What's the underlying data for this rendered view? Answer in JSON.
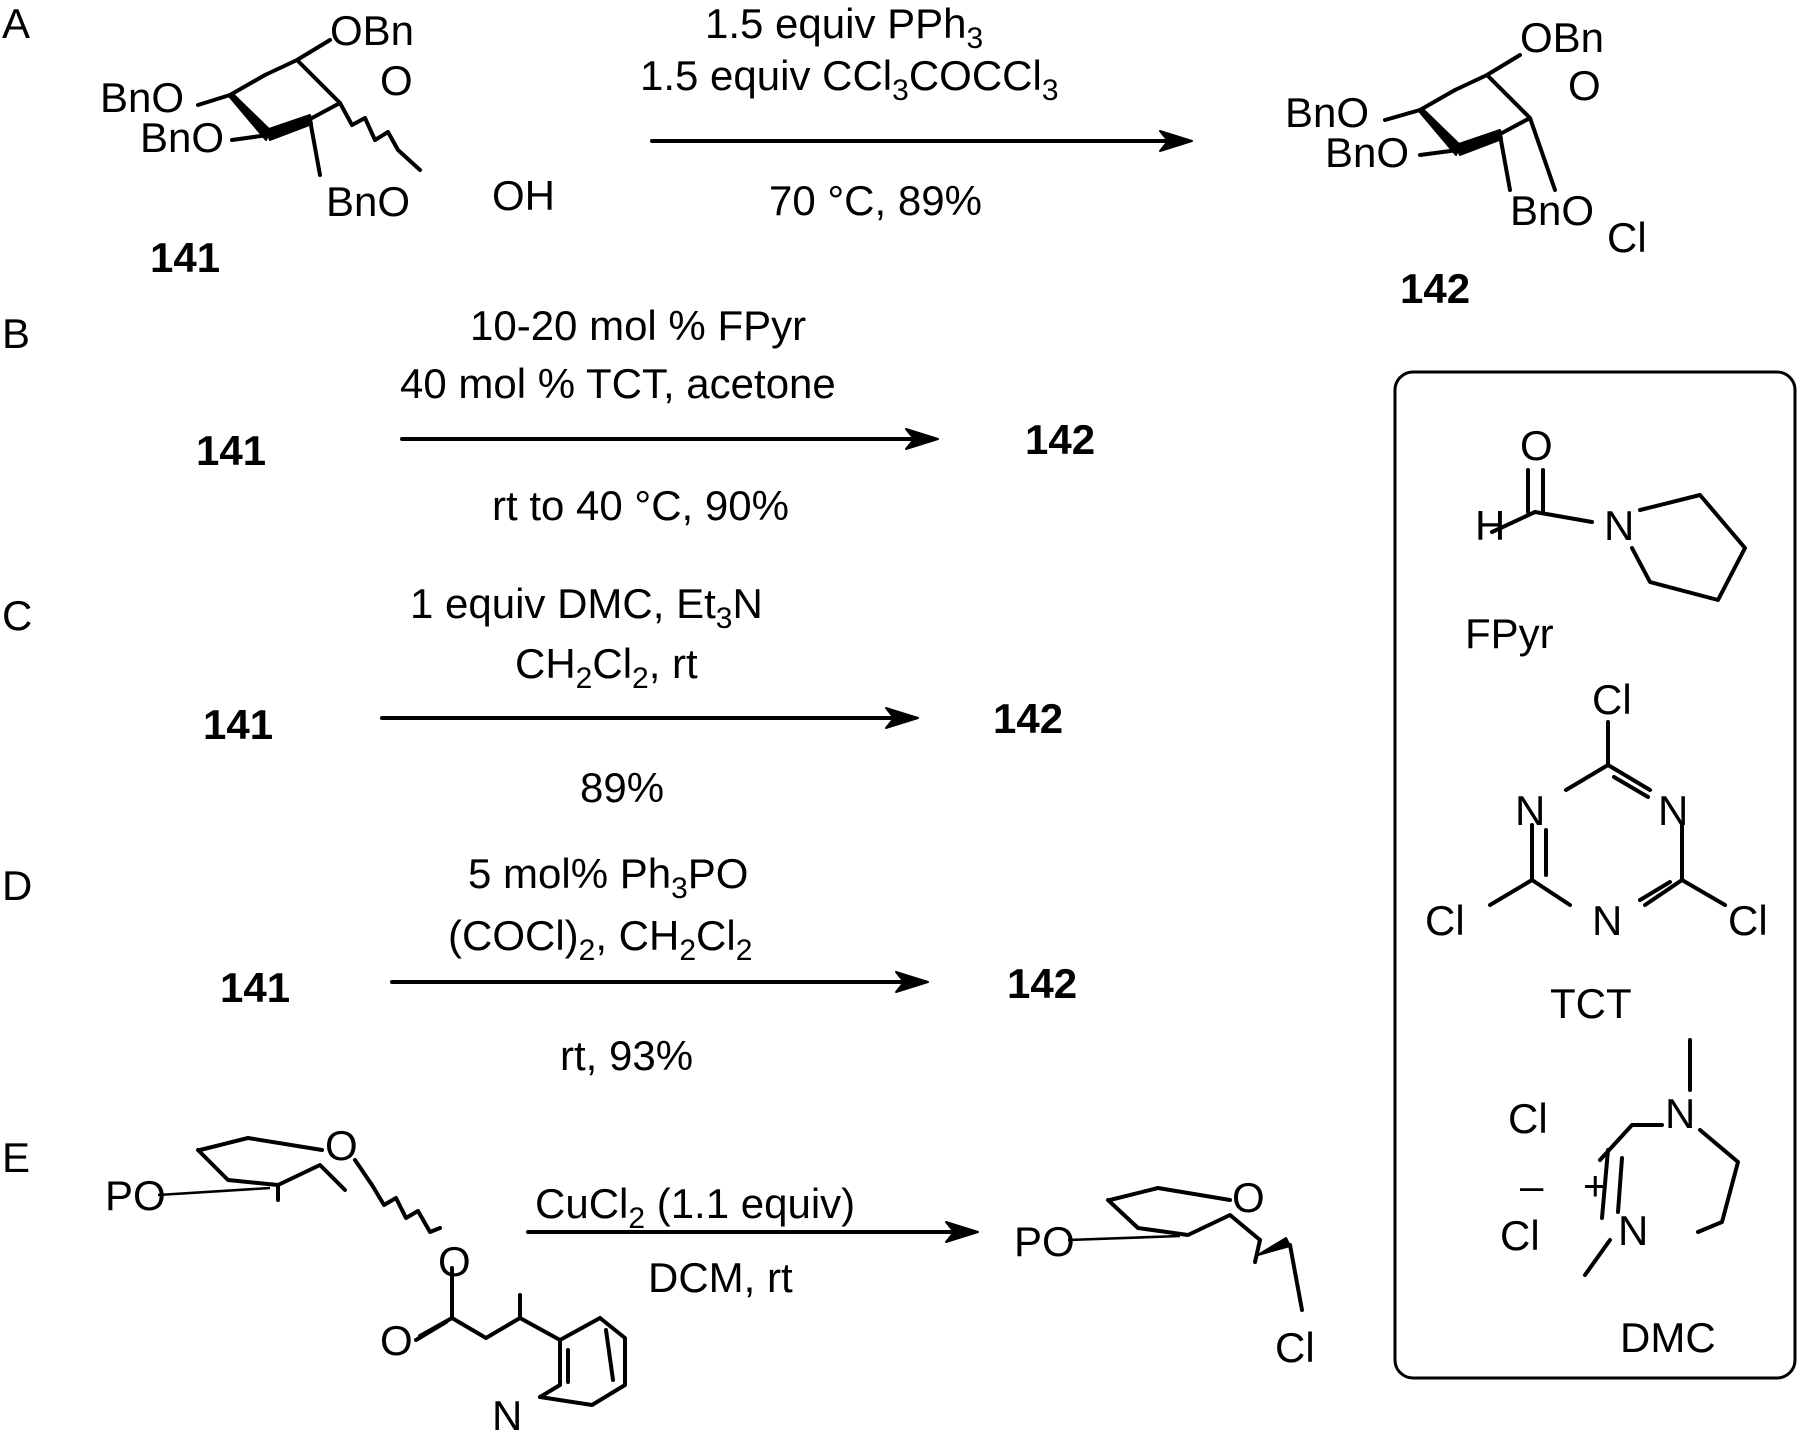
{
  "panels": [
    {
      "letter": "A",
      "reactant": "141",
      "product": "142",
      "above_1": "1.5 equiv PPh",
      "above_1_sub": "3",
      "above_2": [
        "1.5 equiv CCl",
        "3",
        "COCCl",
        "3"
      ],
      "below": "70 °C, 89%"
    },
    {
      "letter": "B",
      "reactant": "141",
      "product": "142",
      "above_1": "10-20 mol % FPyr",
      "above_2": "40 mol % TCT, acetone",
      "below": "rt to 40 °C, 90%"
    },
    {
      "letter": "C",
      "reactant": "141",
      "product": "142",
      "above_1": [
        "1 equiv DMC, Et",
        "3",
        "N"
      ],
      "above_2": [
        "CH",
        "2",
        "Cl",
        "2",
        ", rt"
      ],
      "below": "89%"
    },
    {
      "letter": "D",
      "reactant": "141",
      "product": "142",
      "above_1": [
        "5 mol% Ph",
        "3",
        "PO"
      ],
      "above_2": [
        "(COCl)",
        "2",
        ", CH",
        "2",
        "Cl",
        "2"
      ],
      "below": "rt, 93%"
    },
    {
      "letter": "E",
      "above_1": [
        "CuCl",
        "2",
        " (1.1 equiv)"
      ],
      "below": "DCM, rt"
    }
  ],
  "structure_labels": {
    "obn": "OBn",
    "bno": "BnO",
    "o": "O",
    "oh": "OH",
    "cl": "Cl",
    "po": "PO",
    "n": "N",
    "h": "H",
    "plus": "+",
    "minus": "–"
  },
  "reagent_box": {
    "fpyr_label": "FPyr",
    "tct_label": "TCT",
    "dmc_label": "DMC"
  }
}
